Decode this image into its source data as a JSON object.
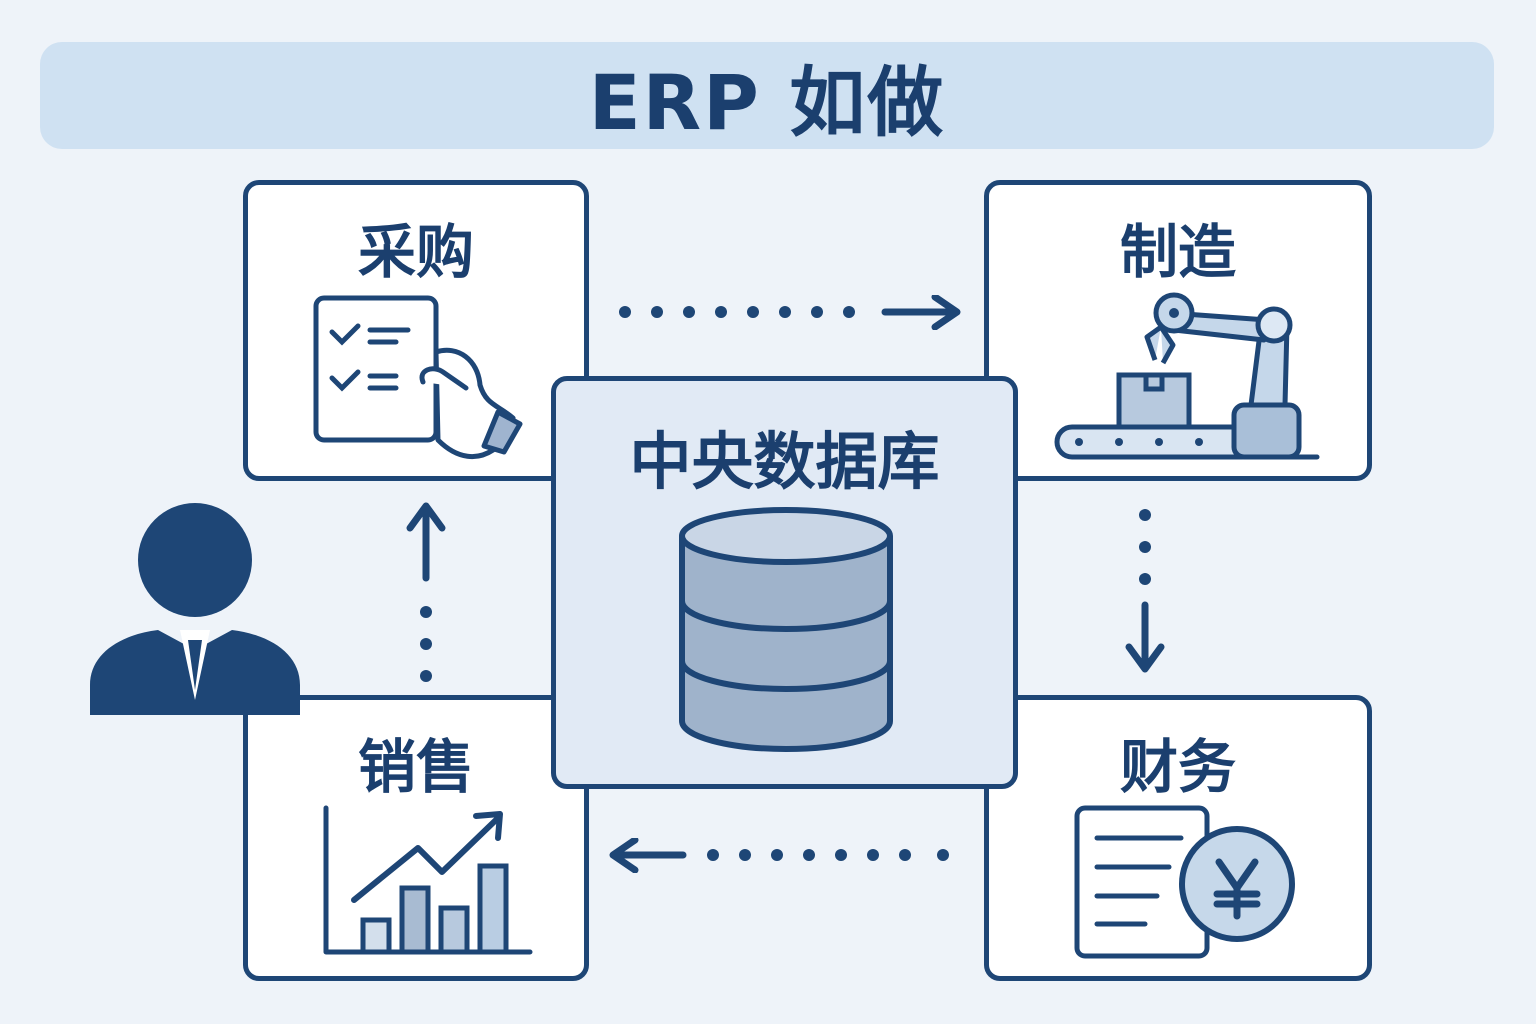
{
  "title": "ERP 如做",
  "center": {
    "label": "中央数据库",
    "icon": "database-icon"
  },
  "modules": {
    "purchase": {
      "label": "采购",
      "icon": "checklist-hand-icon"
    },
    "manufacturing": {
      "label": "制造",
      "icon": "robot-arm-conveyor-icon"
    },
    "sales": {
      "label": "销售",
      "icon": "growth-chart-icon"
    },
    "finance": {
      "label": "财务",
      "icon": "invoice-yen-icon"
    }
  },
  "flows": [
    {
      "from": "采购",
      "to": "制造",
      "direction": "right"
    },
    {
      "from": "制造",
      "to": "财务",
      "direction": "down"
    },
    {
      "from": "财务",
      "to": "销售",
      "direction": "left"
    },
    {
      "from": "销售",
      "to": "采购",
      "direction": "up"
    }
  ],
  "user": {
    "icon": "businessman-icon"
  },
  "colors": {
    "primary": "#1e4676",
    "banner": "#cfe1f2",
    "background": "#eef3f9",
    "fill": "#b7c9de"
  }
}
